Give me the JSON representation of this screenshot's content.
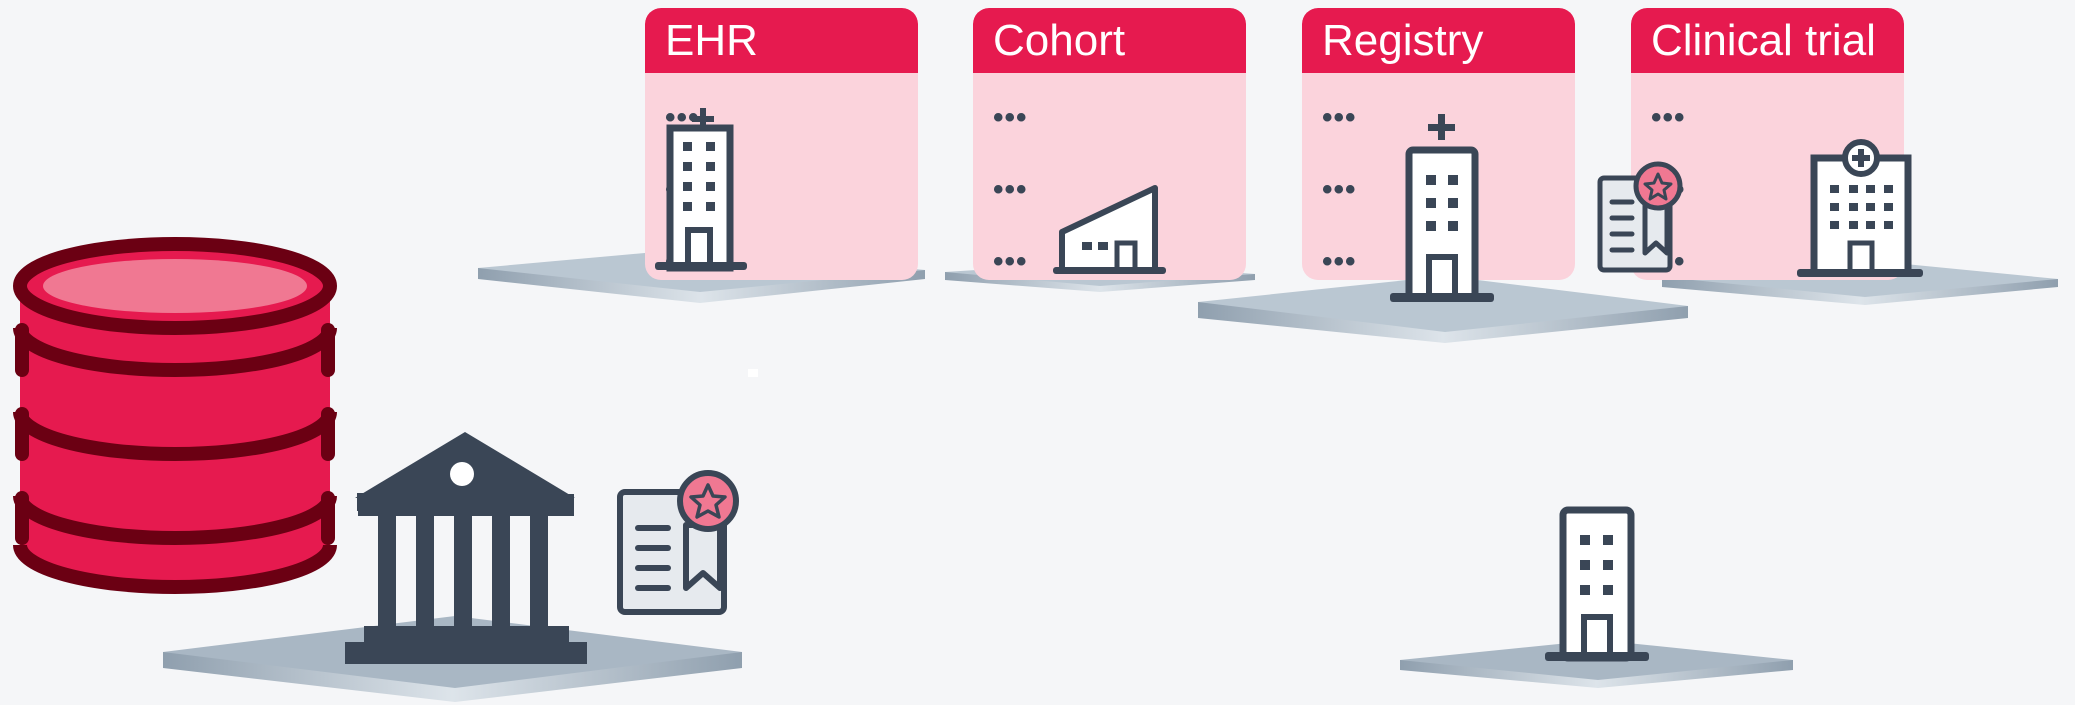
{
  "sources": [
    {
      "id": "ehr",
      "label": "EHR",
      "rows": [
        "•••",
        "•••",
        "•••"
      ]
    },
    {
      "id": "cohort",
      "label": "Cohort",
      "rows": [
        "•••",
        "•••",
        "•••"
      ]
    },
    {
      "id": "registry",
      "label": "Registry",
      "rows": [
        "•••",
        "•••",
        "•••"
      ]
    },
    {
      "id": "clinical-trial",
      "label": "Clinical trial",
      "rows": [
        "•••",
        "•••",
        "•••"
      ]
    }
  ],
  "colors": {
    "accent": "#e61a4f",
    "card_body": "#fbd3dc",
    "database_fill": "#e61a4f",
    "database_outline": "#6b0013",
    "database_top": "#f07892",
    "icon_dark": "#3a4656",
    "platform": "#b9c6d2"
  },
  "icons": [
    "database-icon",
    "institution-icon",
    "certificate-icon",
    "hospital-icon",
    "clinic-icon",
    "office-building-icon"
  ]
}
